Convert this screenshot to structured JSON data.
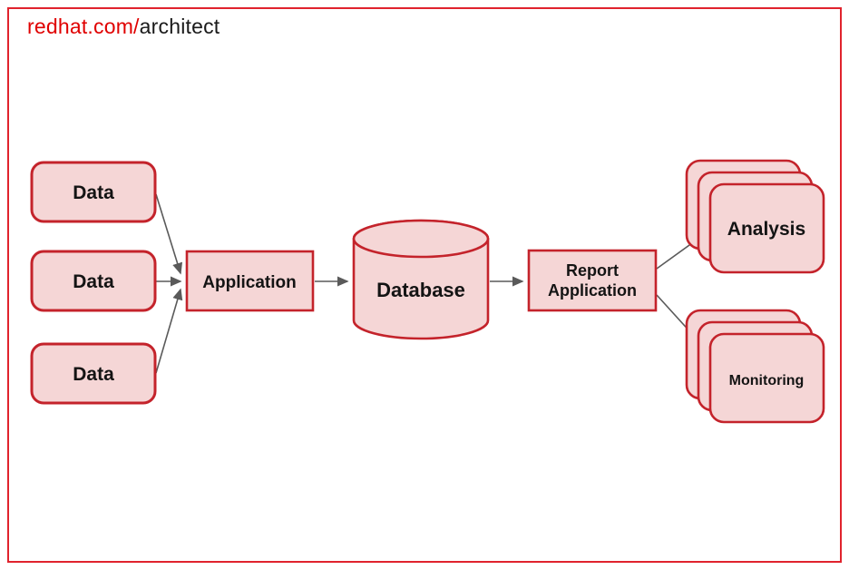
{
  "header": {
    "brand": "redhat.com/",
    "section": "architect"
  },
  "diagram": {
    "data_sources": [
      {
        "label": "Data"
      },
      {
        "label": "Data"
      },
      {
        "label": "Data"
      }
    ],
    "application": {
      "label": "Application"
    },
    "database": {
      "label": "Database"
    },
    "report_application": {
      "line1": "Report",
      "line2": "Application"
    },
    "analysis": {
      "label": "Analysis"
    },
    "monitoring": {
      "label": "Monitoring"
    },
    "colors": {
      "node_fill": "#f5d6d6",
      "node_border": "#c4232b",
      "arrow": "#5a5a5a",
      "brand_red": "#e00000",
      "frame_border": "#e0232d"
    }
  }
}
